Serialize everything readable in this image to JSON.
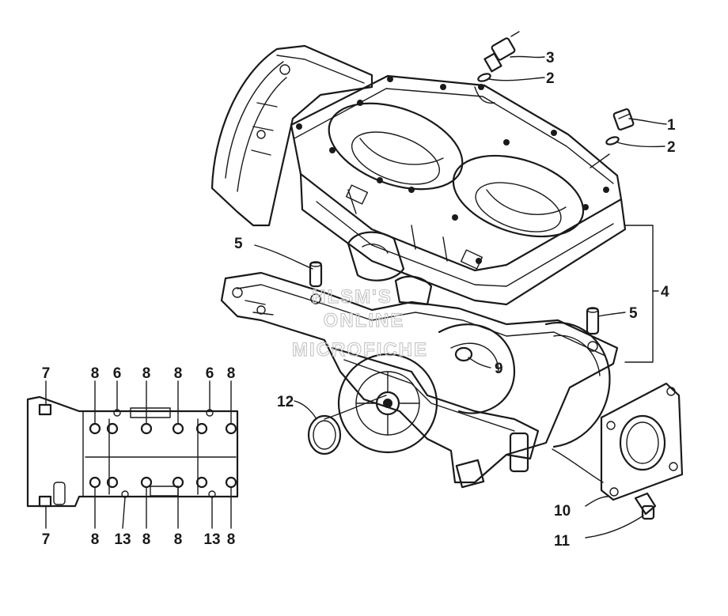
{
  "diagram": {
    "callouts": {
      "c1": "1",
      "c2a": "2",
      "c2b": "2",
      "c3": "3",
      "c4": "4",
      "c5a": "5",
      "c5b": "5",
      "c9": "9",
      "c10": "10",
      "c11": "11",
      "c12": "12"
    },
    "inset_top": [
      "7",
      "8",
      "6",
      "8",
      "8",
      "6",
      "8"
    ],
    "inset_bottom": [
      "7",
      "8",
      "13",
      "8",
      "8",
      "13",
      "8"
    ],
    "watermark": [
      "HLSM'S",
      "ONLINE",
      "MICROFICHE"
    ]
  }
}
